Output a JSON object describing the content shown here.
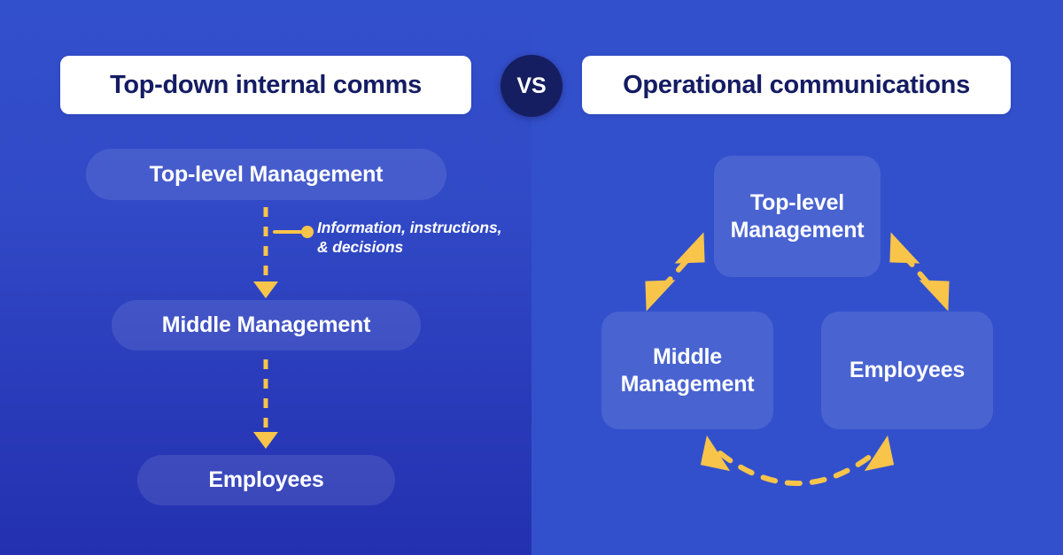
{
  "theme": {
    "bg_left_top": "#3350CC",
    "bg_left_bottom": "#2331B0",
    "bg_right": "#3350CC",
    "chip_bg": "#FFFFFF",
    "chip_text": "#141C63",
    "badge_bg": "#161E62",
    "accent_yellow": "#F9C44A",
    "box_fill": "rgba(255,255,255,0.11)",
    "text_on_blue": "#FFFFFF"
  },
  "header": {
    "left_title": "Top-down internal comms",
    "versus_label": "VS",
    "right_title": "Operational communications"
  },
  "left_panel": {
    "nodes": [
      {
        "label": "Top-level Management"
      },
      {
        "label": "Middle Management"
      },
      {
        "label": "Employees"
      }
    ],
    "annotation": {
      "line1": "Information, instructions,",
      "line2": "& decisions"
    },
    "flow_direction": "one-way downward",
    "connector_style": "dashed with solid triangle arrowheads"
  },
  "right_panel": {
    "nodes": [
      {
        "label_line1": "Top-level",
        "label_line2": "Management"
      },
      {
        "label_line1": "Middle",
        "label_line2": "Management"
      },
      {
        "label_line1": "Employees",
        "label_line2": ""
      }
    ],
    "flow_direction": "two-way circular",
    "connector_style": "dashed with double-ended arrowheads"
  }
}
